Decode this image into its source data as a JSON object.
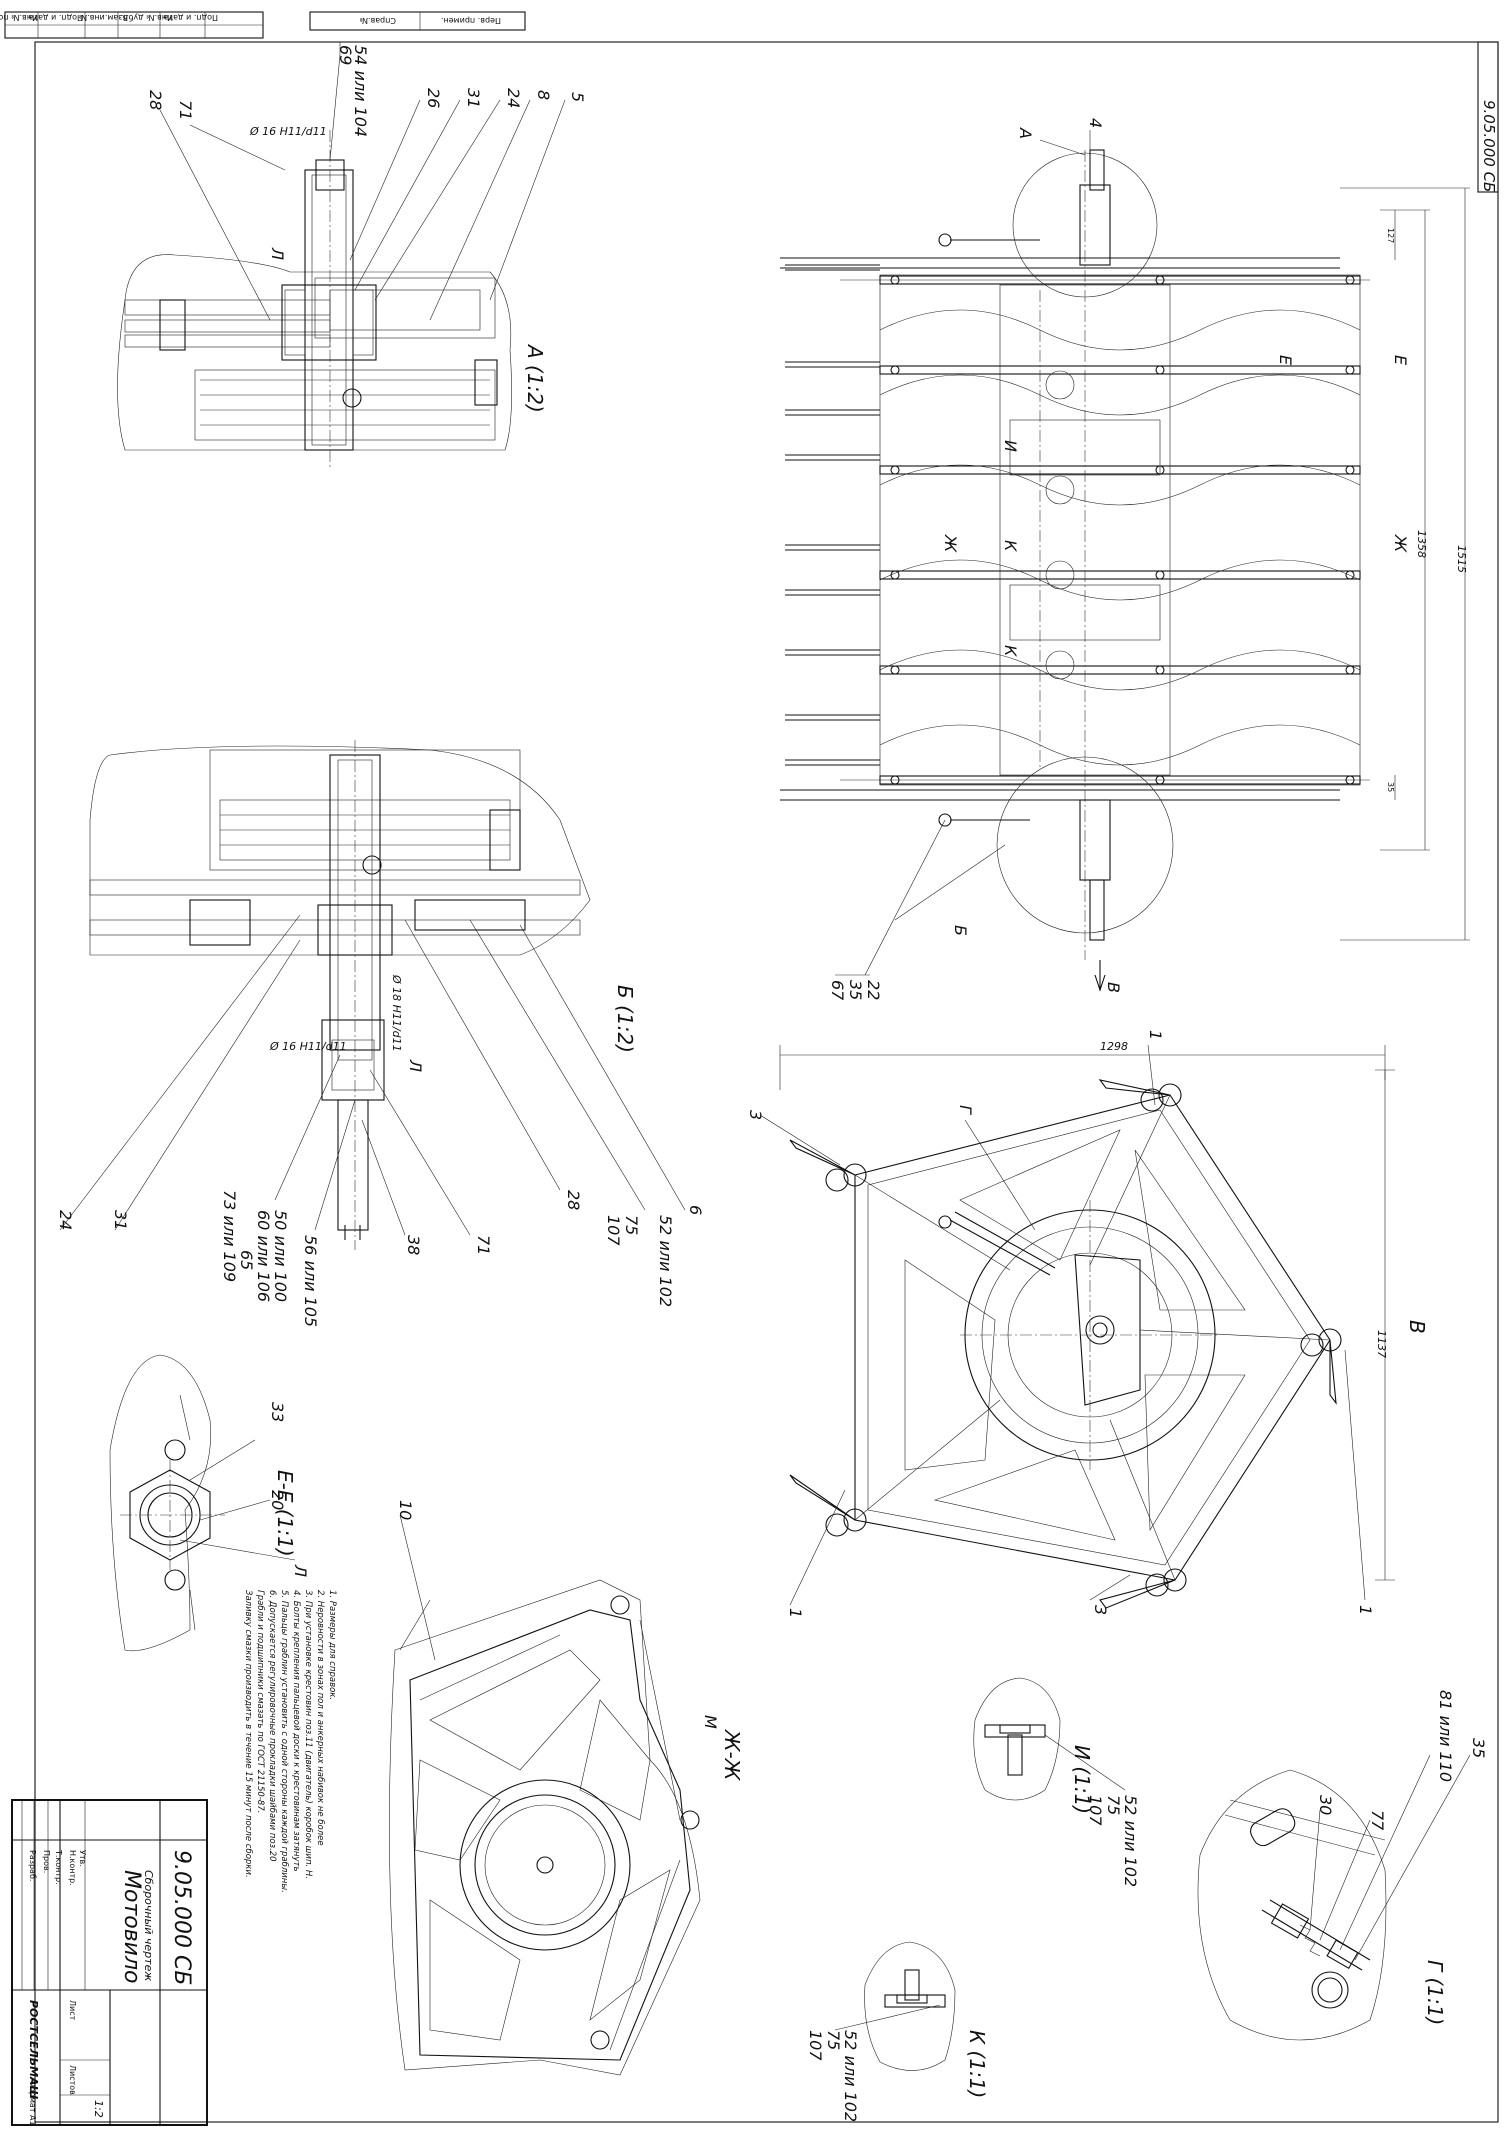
{
  "stamp": {
    "top_strip": [
      "Инв.№ подл.",
      "Подп. и дата",
      "Взам.инв.№",
      "Инв.№ дубл.",
      "Подп. и дата"
    ],
    "top_small": "Справ.№",
    "top_perv": "Перв. примен.",
    "doc_code_vertical": "9.05.000 СБ"
  },
  "title_block": {
    "designation": "9.05.000 СБ",
    "name": "Мотовило",
    "subtitle": "Сборочный чертеж",
    "company": "РОСТСЕЛЬМАШ",
    "sheet": "Лист",
    "sheets": "Листов",
    "scale": "1:2",
    "roles": [
      "Разраб.",
      "Пров.",
      "Т.контр.",
      "Н.контр.",
      "Утв."
    ],
    "format": "Формат А1"
  },
  "views": {
    "a": "А (1:2)",
    "b": "Б (1:2)",
    "ee": "Е-Е (1:1)",
    "g": "Г (1:1)",
    "i": "И (1:1)",
    "k": "К (1:1)",
    "zh": "Ж-Ж",
    "v": "В"
  },
  "cut_marks": {
    "a": "А",
    "b": "Б",
    "e": "Е",
    "zh": "Ж",
    "i": "И",
    "k": "К",
    "g": "Г",
    "v": "В",
    "l": "Л",
    "m": "М"
  },
  "dims": {
    "overall_length": "1515",
    "inner_length": "1358",
    "top_off": "127",
    "bot_off": "35",
    "width": "1298",
    "height": "1137",
    "shaft_16": "Ø 16 H11/d11",
    "shaft_18": "Ø 18 H11/d11"
  },
  "callouts_a": {
    "c54": "54 или 104",
    "c69": "69",
    "c71": "71",
    "c28": "28",
    "c26": "26",
    "c31": "31",
    "c24": "24",
    "c8": "8",
    "c5": "5"
  },
  "callouts_b": {
    "c24": "24",
    "c31": "31",
    "c56": "56 или 105",
    "c50": "50 или 100",
    "c60": "60 или 106",
    "c65": "65",
    "c73": "73 или 109",
    "c38": "38",
    "c71": "71",
    "c28": "28",
    "c52": "52 или 102",
    "c75": "75",
    "c107": "107",
    "c6": "6"
  },
  "callouts_ee": {
    "c33": "33",
    "c20": "20"
  },
  "callouts_main": {
    "c4": "4",
    "c22": "22",
    "c35": "35",
    "c67": "67",
    "c1": "1",
    "c3": "3",
    "c10": "10"
  },
  "callouts_g": {
    "c81": "81 или 110",
    "c35": "35",
    "c77": "77",
    "c30": "30"
  },
  "callouts_i": {
    "c52": "52 или 102",
    "c75": "75",
    "c107": "107"
  },
  "callouts_k": {
    "c52": "52 или 102",
    "c75": "75",
    "c107": "107"
  },
  "notes": [
    "1. Размеры для справок.",
    "2. Неровности в зонах пол и анкерных набивок не более",
    "3. При установке крестовин поз.11 (двигатель) коробок шип. Н.",
    "4. Болты крепления пальцевой доски к крестовинам затянуть",
    "5. Пальцы граблин установить с одной стороны каждой граблины.",
    "6. Допускается регулировочные прокладки шайбами поз.20",
    "Грабли и подшипники смазать по ГОСТ 21150-87.",
    "Заливку смазки производить в течение 15 минут после сборки."
  ]
}
